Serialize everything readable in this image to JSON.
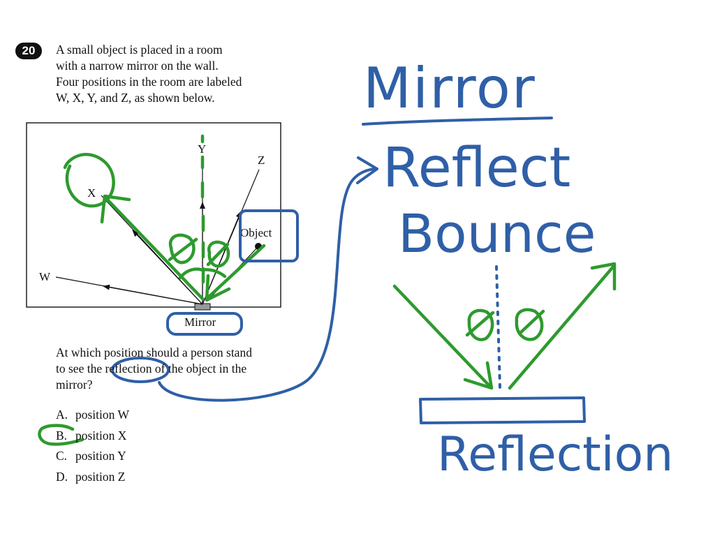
{
  "question": {
    "number": "20",
    "lines": [
      "A small object is placed in a room",
      "with a narrow mirror on the wall.",
      "Four positions in the room are labeled",
      "W, X, Y, and Z, as shown below."
    ]
  },
  "diagram": {
    "labels": {
      "w": "W",
      "x": "X",
      "y": "Y",
      "z": "Z",
      "object": "Object",
      "mirror": "Mirror"
    }
  },
  "ask": {
    "lines": [
      "At which position should a person stand",
      "to see the reflection of the object in the",
      "mirror?"
    ]
  },
  "options": [
    {
      "letter": "A.",
      "text": "position W"
    },
    {
      "letter": "B.",
      "text": "position X"
    },
    {
      "letter": "C.",
      "text": "position Y"
    },
    {
      "letter": "D.",
      "text": "position Z"
    }
  ],
  "handwritten": {
    "title": "Mirror",
    "word1": "Reflect",
    "word2": "Bounce",
    "bottom": "Reflection"
  },
  "colors": {
    "blue_ink": "#2f5fa7",
    "green_ink": "#2e9a2e",
    "print": "#111111"
  }
}
